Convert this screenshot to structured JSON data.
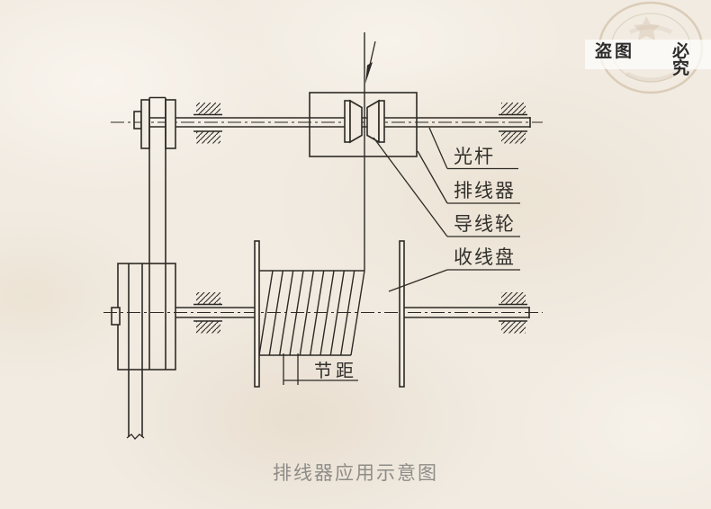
{
  "watermark": {
    "left_text": "盗图",
    "right_text": "必究"
  },
  "diagram_labels": {
    "polished_rod": "光杆",
    "cable_arranger": "排线器",
    "wire_guide_wheel": "导线轮",
    "takeup_reel": "收线盘",
    "pitch": "节距"
  },
  "caption": "排线器应用示意图",
  "colors": {
    "background": "#f1ebe2",
    "line": "#2d2a25",
    "label_text": "#32302c",
    "caption_text": "#8e8c88",
    "watermark_text": "#2b2b2b",
    "seal": "#c9b394"
  }
}
